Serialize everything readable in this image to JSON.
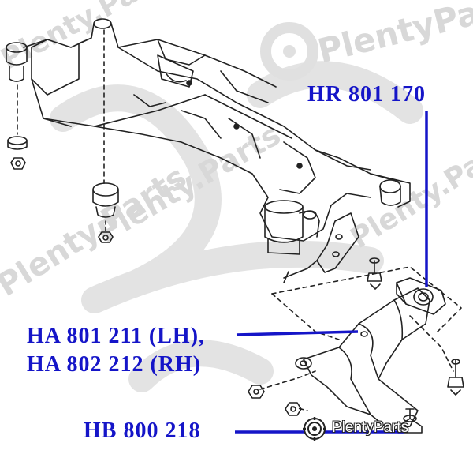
{
  "labels": {
    "hr": "HR 801 170",
    "ha_lh": "HA 801 211 (LH),",
    "ha_rh": "HA 802 212 (RH)",
    "hb": "HB 800 218"
  },
  "watermark": {
    "brand": "PlentyParts",
    "diag": "Plenty.Parts"
  },
  "colors": {
    "label": "#1515c8",
    "leader": "#1515c8",
    "drawing": "#222222",
    "watermark": "#d8d8d8"
  },
  "icons": [
    "gear-logo-icon"
  ]
}
